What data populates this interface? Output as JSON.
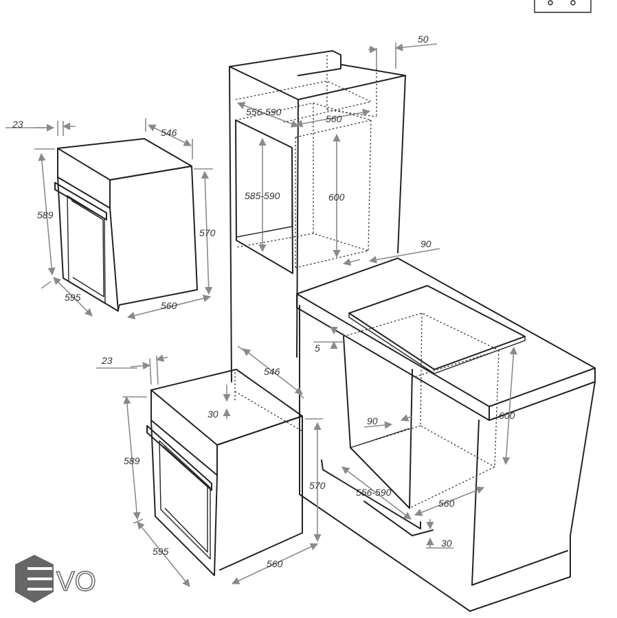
{
  "dimensions": {
    "top_oven": {
      "panel_depth": "23",
      "depth": "546",
      "height": "589",
      "body_height": "570",
      "width": "595",
      "body_width": "560"
    },
    "column_cabinet": {
      "back_gap": "50",
      "niche_depth": "556-590",
      "niche_width": "560",
      "niche_height_outer": "585-590",
      "niche_height_inner": "600",
      "vent_gap": "90"
    },
    "bottom_oven": {
      "panel_depth": "23",
      "depth": "546",
      "top_gap": "30",
      "height": "589",
      "body_height": "570",
      "width": "595",
      "body_width": "560"
    },
    "under_counter": {
      "hob_gap": "5",
      "vent_gap": "90",
      "niche_height": "600",
      "niche_depth": "556-590",
      "niche_width": "560",
      "plinth_gap": "30"
    }
  },
  "logo": {
    "text": "VO"
  }
}
